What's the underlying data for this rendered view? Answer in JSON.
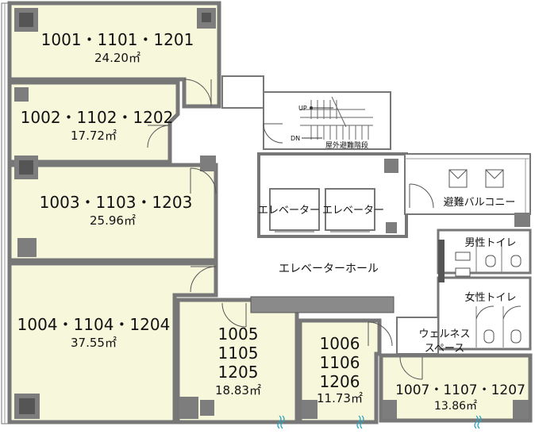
{
  "rooms": {
    "r1": {
      "name": "1001・1101・1201",
      "area": "24.20㎡"
    },
    "r2": {
      "name": "1002・1102・1202",
      "area": "17.72㎡"
    },
    "r3": {
      "name": "1003・1103・1203",
      "area": "25.96㎡"
    },
    "r4": {
      "name": "1004・1104・1204",
      "area": "37.55㎡"
    },
    "r5": {
      "line1": "1005",
      "line2": "1105",
      "line3": "1205",
      "area": "18.83㎡"
    },
    "r6": {
      "line1": "1006",
      "line2": "1106",
      "line3": "1206",
      "area": "11.73㎡"
    },
    "r7": {
      "name": "1007・1107・1207",
      "area": "13.86㎡"
    }
  },
  "labels": {
    "stair_up": "UP",
    "stair_dn": "DN",
    "stair_name": "屋外避難階段",
    "elevator_1": "エレベーター",
    "elevator_2": "エレベーター",
    "evac_balcony": "避難バルコニー",
    "mens_toilet": "男性トイレ",
    "womens_toilet": "女性トイレ",
    "elevator_hall": "エレベーターホール",
    "wellness_1": "ウェルネス",
    "wellness_2": "スペース"
  },
  "colors": {
    "room_fill": "#f7f7dc",
    "wall": "#8a8a8a",
    "wall_dark": "#555555",
    "column": "#7d7d7d",
    "line": "#333333"
  }
}
